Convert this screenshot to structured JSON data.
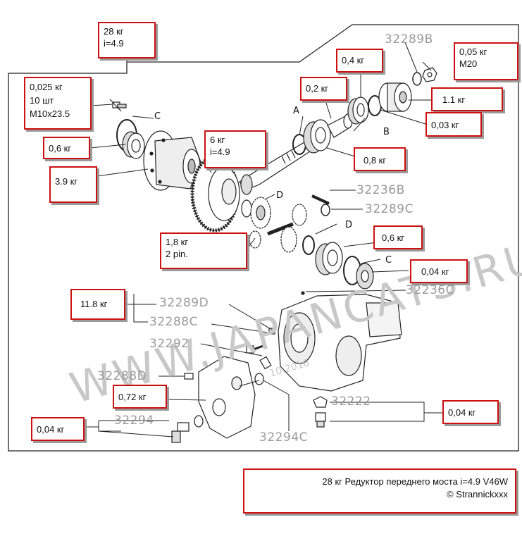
{
  "labels": {
    "total": "28 кг\ni=4.9",
    "bolt": "0,025 кг\n10 шт\nM10x23.5",
    "bearing_left": "0,6 кг",
    "case": "3.9 кг",
    "ring_gear": "6 кг\ni=4.9",
    "spacer": "0,2 кг",
    "bearing_top": "0,4 кг",
    "nut": "0,05 кг\nM20",
    "flange": "1.1 кг",
    "seal": "0,03 кг",
    "pinion_bearing": "0,8 кг",
    "diff_gears": "1,8 кг\n2 pin.",
    "bearing_right": "0,6 кг",
    "washer": "0,04 кг",
    "carrier": "11.8 кг",
    "cover": "0,72 кг",
    "plug_left": "0,04 кг",
    "plug_right": "0,04 кг"
  },
  "codes": {
    "c32289b": "32289B",
    "c32236b": "32236B",
    "c32289c": "32289C",
    "c32236c": "32236C",
    "c32289d": "32289D",
    "c32288c": "32288C",
    "c32292": "32292",
    "c32288d": "32288D",
    "c32294": "32294",
    "c32294c": "32294C",
    "c32222": "32222"
  },
  "letters": {
    "c1": "C",
    "a": "A",
    "b": "B",
    "d1": "D",
    "d2": "D",
    "c2": "C"
  },
  "watermark": {
    "text": "WWW.JAPANCATS.RU",
    "date": "10.2016"
  },
  "caption": {
    "line1": "28 кг Редуктор переднего моста i=4.9 V46W",
    "line2": "© Strannickxxx"
  },
  "colors": {
    "label_border": "#cc1111",
    "code_text": "#9a9a9a",
    "watermark": "#c8c8c8"
  }
}
